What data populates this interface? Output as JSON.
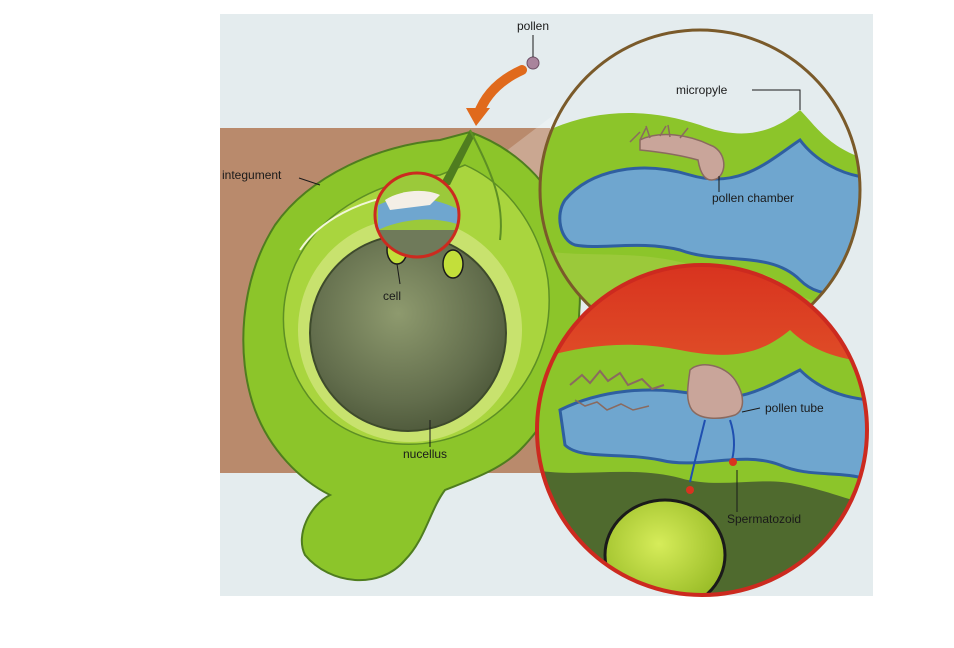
{
  "labels": {
    "pollen": "pollen",
    "micropyle": "micropyle",
    "integument": "integument",
    "pollen_chamber": "pollen chamber",
    "cell": "cell",
    "nucellus": "nucellus",
    "pollen_tube": "pollen tube",
    "spermatozoid": "Spermatozoid"
  },
  "colors": {
    "paper": "#e4ecee",
    "background_band": "#b98a6c",
    "ovule_green": "#8cc52a",
    "ovule_dark": "#4f7d1f",
    "nucellus_gray": "#6f7a5a",
    "chamber_blue": "#6fa6cf",
    "chamber_dark": "#2f5fa0",
    "zoom_ring": "#cc2a1f",
    "arrow_orange": "#e06a1c",
    "pollen_pink": "#a9849c",
    "tube_pink": "#c9a59a"
  }
}
